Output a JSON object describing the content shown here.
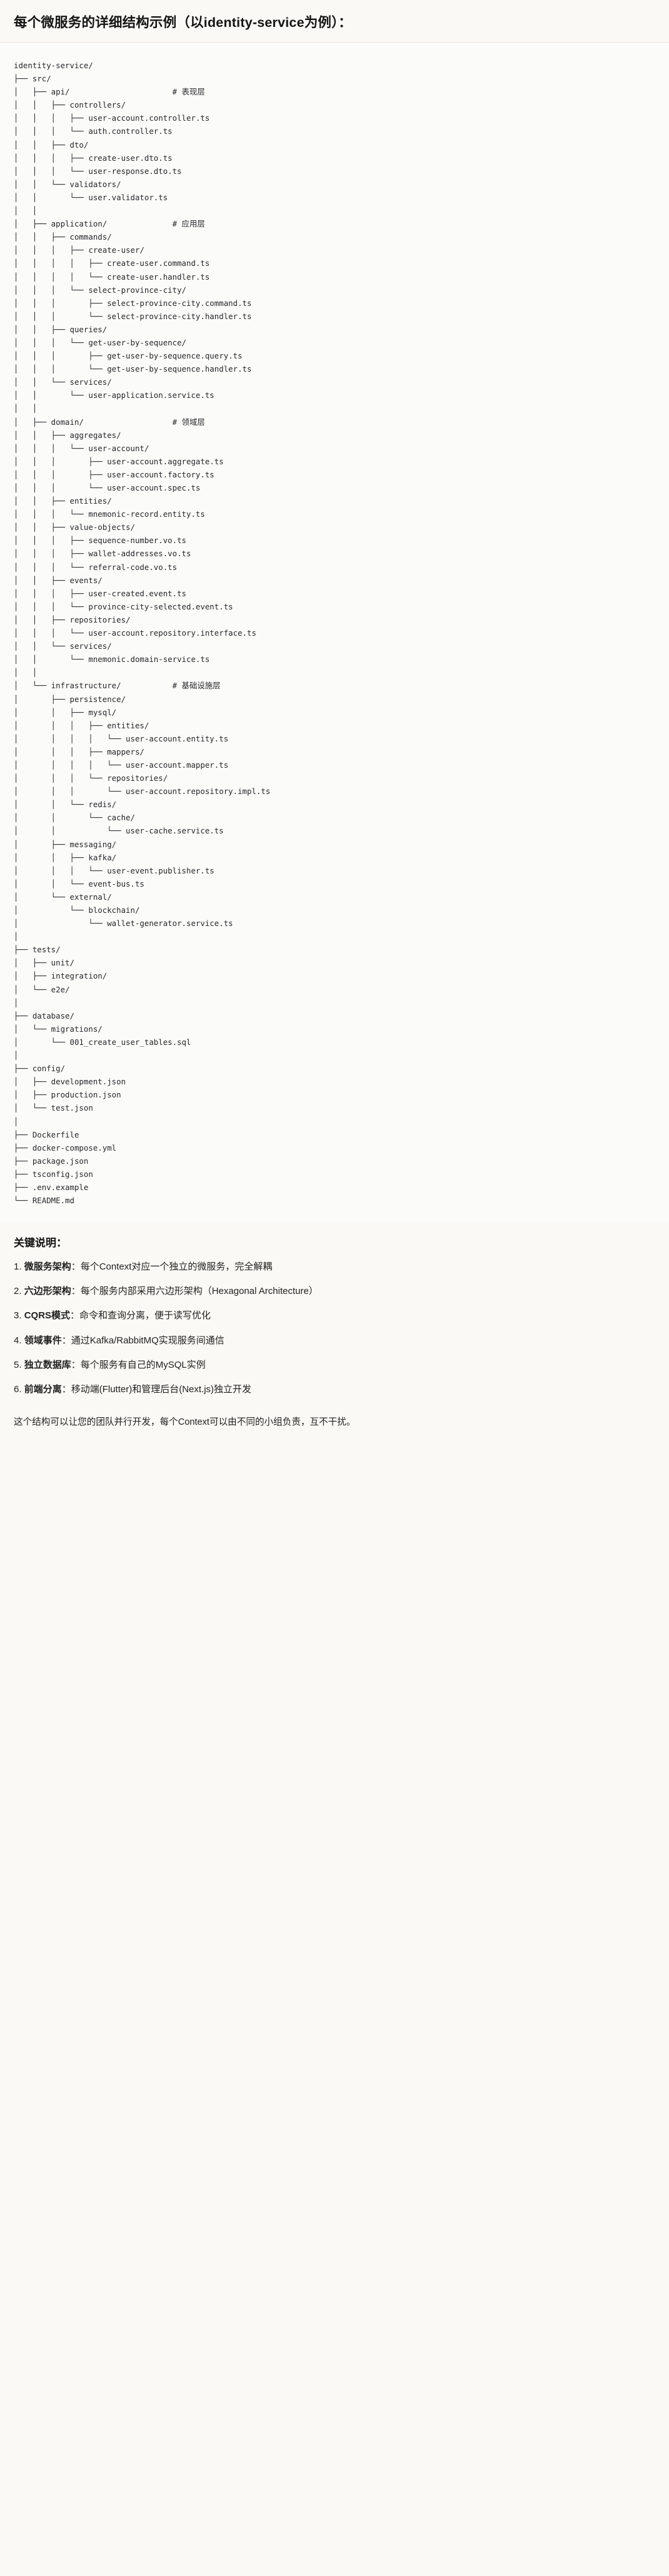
{
  "heading": "每个微服务的详细结构示例（以identity-service为例）：",
  "tree": {
    "lines": [
      "identity-service/",
      "├── src/",
      "│   ├── api/                      # 表现层",
      "│   │   ├── controllers/",
      "│   │   │   ├── user-account.controller.ts",
      "│   │   │   └── auth.controller.ts",
      "│   │   ├── dto/",
      "│   │   │   ├── create-user.dto.ts",
      "│   │   │   └── user-response.dto.ts",
      "│   │   └── validators/",
      "│   │       └── user.validator.ts",
      "│   │",
      "│   ├── application/              # 应用层",
      "│   │   ├── commands/",
      "│   │   │   ├── create-user/",
      "│   │   │   │   ├── create-user.command.ts",
      "│   │   │   │   └── create-user.handler.ts",
      "│   │   │   └── select-province-city/",
      "│   │   │       ├── select-province-city.command.ts",
      "│   │   │       └── select-province-city.handler.ts",
      "│   │   ├── queries/",
      "│   │   │   └── get-user-by-sequence/",
      "│   │   │       ├── get-user-by-sequence.query.ts",
      "│   │   │       └── get-user-by-sequence.handler.ts",
      "│   │   └── services/",
      "│   │       └── user-application.service.ts",
      "│   │",
      "│   ├── domain/                   # 领域层",
      "│   │   ├── aggregates/",
      "│   │   │   └── user-account/",
      "│   │   │       ├── user-account.aggregate.ts",
      "│   │   │       ├── user-account.factory.ts",
      "│   │   │       └── user-account.spec.ts",
      "│   │   ├── entities/",
      "│   │   │   └── mnemonic-record.entity.ts",
      "│   │   ├── value-objects/",
      "│   │   │   ├── sequence-number.vo.ts",
      "│   │   │   ├── wallet-addresses.vo.ts",
      "│   │   │   └── referral-code.vo.ts",
      "│   │   ├── events/",
      "│   │   │   ├── user-created.event.ts",
      "│   │   │   └── province-city-selected.event.ts",
      "│   │   ├── repositories/",
      "│   │   │   └── user-account.repository.interface.ts",
      "│   │   └── services/",
      "│   │       └── mnemonic.domain-service.ts",
      "│   │",
      "│   └── infrastructure/           # 基础设施层",
      "│       ├── persistence/",
      "│       │   ├── mysql/",
      "│       │   │   ├── entities/",
      "│       │   │   │   └── user-account.entity.ts",
      "│       │   │   ├── mappers/",
      "│       │   │   │   └── user-account.mapper.ts",
      "│       │   │   └── repositories/",
      "│       │   │       └── user-account.repository.impl.ts",
      "│       │   └── redis/",
      "│       │       └── cache/",
      "│       │           └── user-cache.service.ts",
      "│       ├── messaging/",
      "│       │   ├── kafka/",
      "│       │   │   └── user-event.publisher.ts",
      "│       │   └── event-bus.ts",
      "│       └── external/",
      "│           └── blockchain/",
      "│               └── wallet-generator.service.ts",
      "│",
      "├── tests/",
      "│   ├── unit/",
      "│   ├── integration/",
      "│   └── e2e/",
      "│",
      "├── database/",
      "│   └── migrations/",
      "│       └── 001_create_user_tables.sql",
      "│",
      "├── config/",
      "│   ├── development.json",
      "│   ├── production.json",
      "│   └── test.json",
      "│",
      "├── Dockerfile",
      "├── docker-compose.yml",
      "├── package.json",
      "├── tsconfig.json",
      "├── .env.example",
      "└── README.md"
    ]
  },
  "keys": {
    "title": "关键说明：",
    "items": [
      {
        "num": "1.",
        "term": "微服务架构",
        "sep": "：",
        "desc": "每个Context对应一个独立的微服务，完全解耦"
      },
      {
        "num": "2.",
        "term": "六边形架构",
        "sep": "：",
        "desc": "每个服务内部采用六边形架构（Hexagonal Architecture）"
      },
      {
        "num": "3.",
        "term": "CQRS模式",
        "sep": "：",
        "desc": "命令和查询分离，便于读写优化"
      },
      {
        "num": "4.",
        "term": "领域事件",
        "sep": "：",
        "desc": "通过Kafka/RabbitMQ实现服务间通信"
      },
      {
        "num": "5.",
        "term": "独立数据库",
        "sep": "：",
        "desc": "每个服务有自己的MySQL实例"
      },
      {
        "num": "6.",
        "term": "前端分离",
        "sep": "：",
        "desc": "移动端(Flutter)和管理后台(Next.js)独立开发"
      }
    ]
  },
  "footer_note": "这个结构可以让您的团队并行开发，每个Context可以由不同的小组负责，互不干扰。",
  "colors": {
    "page_background": "#faf9f5",
    "code_background": "#fbfbfa",
    "divider": "#e8e6df",
    "text": "#1a1a18",
    "code_text": "#27272a"
  }
}
